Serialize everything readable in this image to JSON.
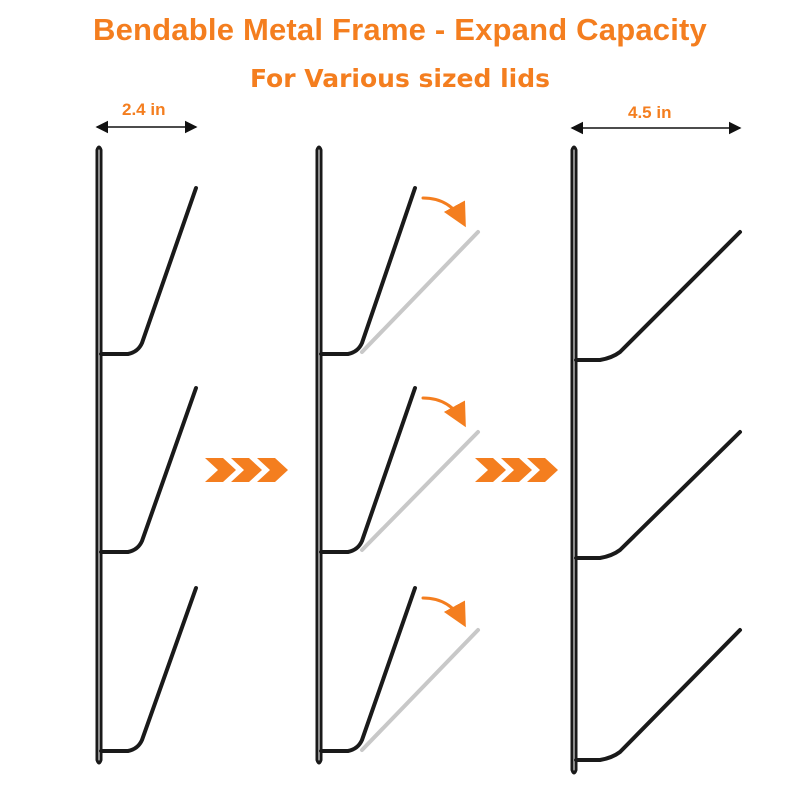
{
  "headline": "Bendable Metal Frame - Expand Capacity",
  "subheadline": "For Various sized lids",
  "width_before": "2.4 in",
  "width_after": "4.5 in",
  "colors": {
    "accent": "#F47E1F",
    "frame": "#1a1a1a",
    "bent_frame_ghost": "#c8c8c8"
  },
  "icons": [
    "triple-chevron-arrow-icon",
    "curved-bend-arrow-icon"
  ]
}
